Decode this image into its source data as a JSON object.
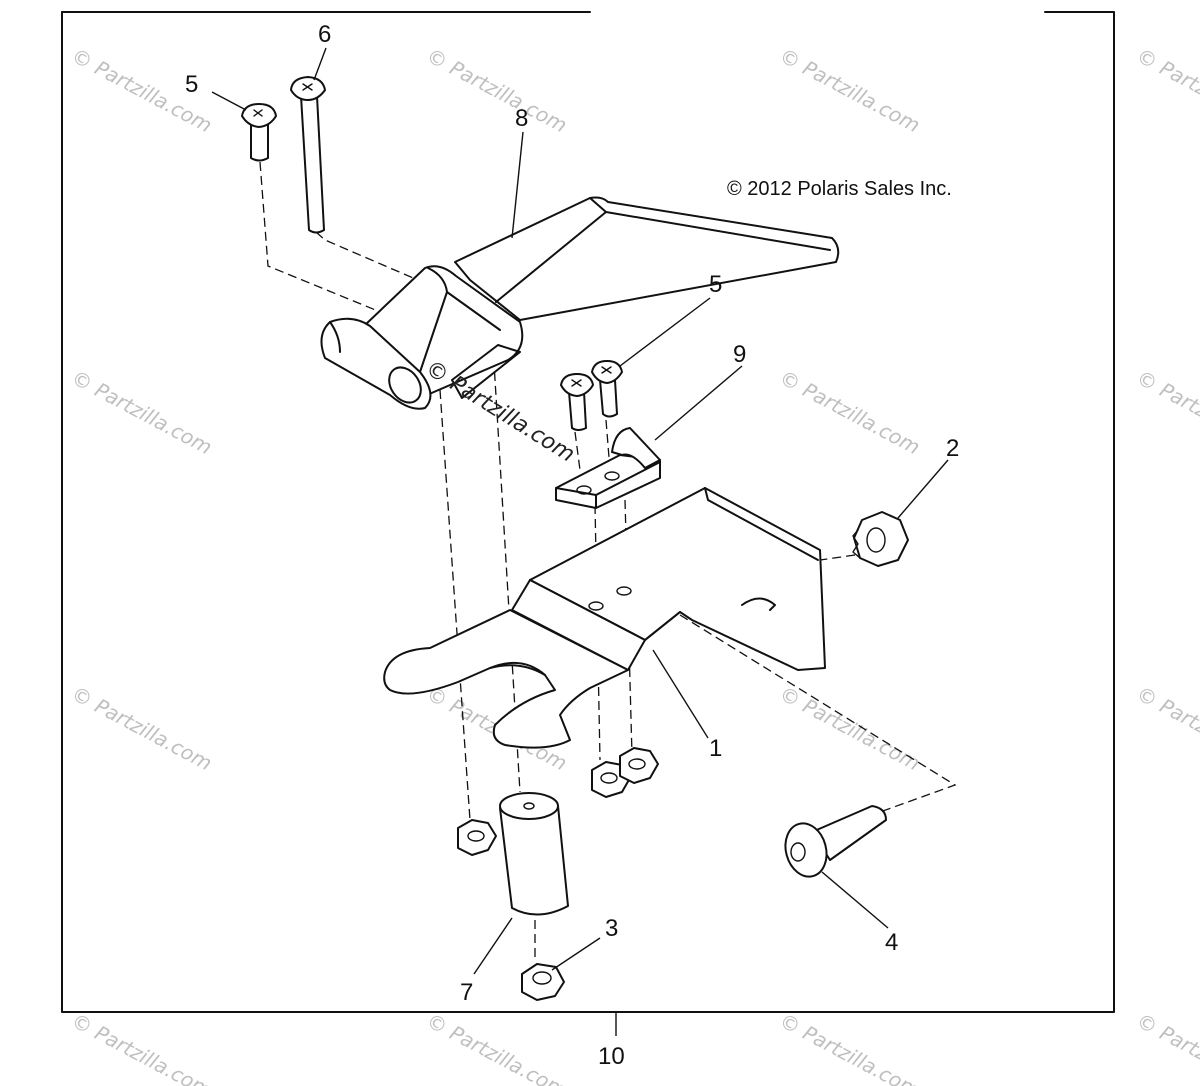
{
  "copyright": "© 2012 Polaris Sales Inc.",
  "watermark": "© Partzilla.com",
  "callouts": {
    "c1": "1",
    "c2": "2",
    "c3": "3",
    "c4": "4",
    "c5a": "5",
    "c5b": "5",
    "c6": "6",
    "c7": "7",
    "c8": "8",
    "c9": "9",
    "c10": "10"
  },
  "colors": {
    "line": "#111111",
    "watermark": "#bfbfbf",
    "background": "#ffffff"
  }
}
